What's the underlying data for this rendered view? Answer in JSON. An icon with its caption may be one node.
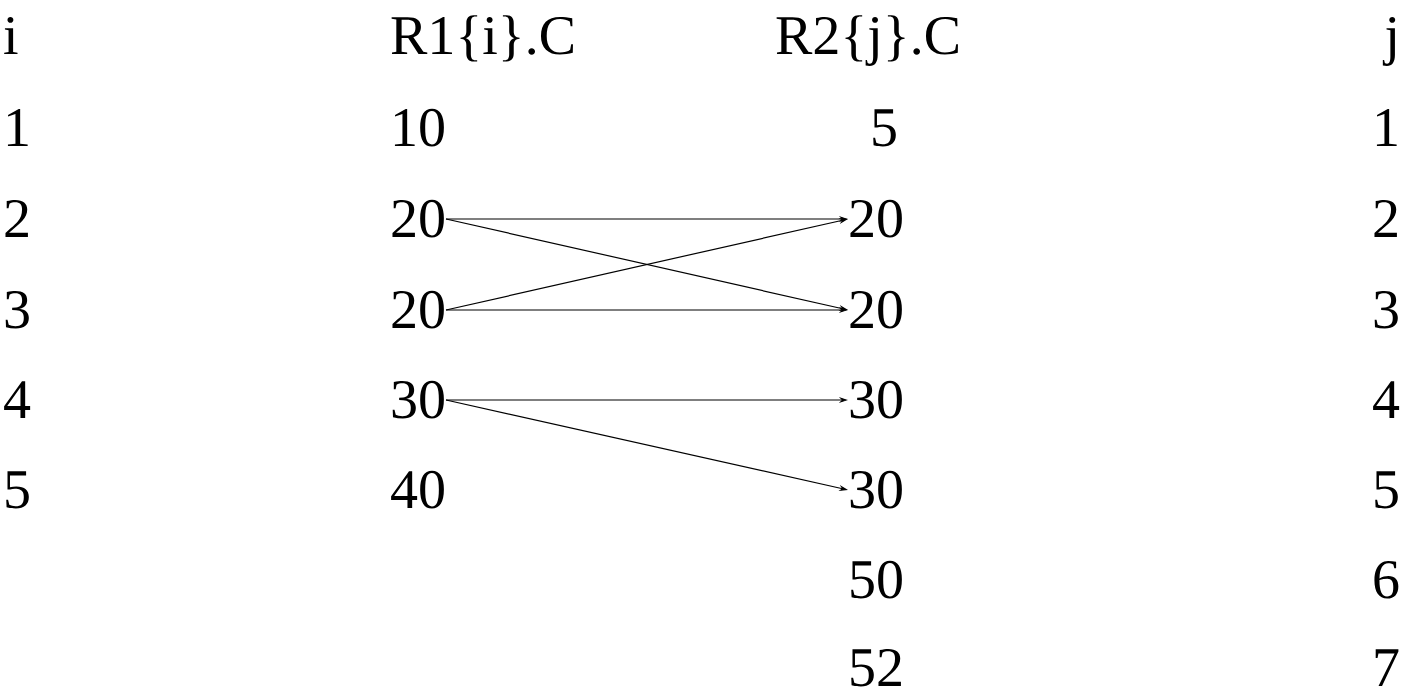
{
  "diagram": {
    "nodes": [
      {
        "text": [
          "20"
        ]
      },
      {
        "text": [
          "20"
        ]
      },
      {
        "text": [
          "20"
        ]
      },
      {
        "text": [
          "20"
        ]
      },
      {
        "text": [
          "30"
        ]
      },
      {
        "text": [
          "30"
        ]
      },
      {
        "text": [
          "30"
        ]
      }
    ],
    "edges": [
      {
        "from": 0,
        "to": 1,
        "arrow": "to"
      },
      {
        "from": 0,
        "to": 3,
        "arrow": "to"
      },
      {
        "from": 2,
        "to": 1,
        "arrow": "to"
      },
      {
        "from": 2,
        "to": 3,
        "arrow": "to"
      },
      {
        "from": 4,
        "to": 5,
        "arrow": "to"
      },
      {
        "from": 4,
        "to": 6,
        "arrow": "to"
      }
    ],
    "labels": [
      "i",
      "R1{i}.C",
      "R2{j}.C",
      "j",
      "1",
      "10",
      "5",
      "1",
      "2",
      "2",
      "3",
      "3",
      "4",
      "4",
      "5",
      "40",
      "5",
      "50",
      "6",
      "52",
      "7"
    ]
  }
}
